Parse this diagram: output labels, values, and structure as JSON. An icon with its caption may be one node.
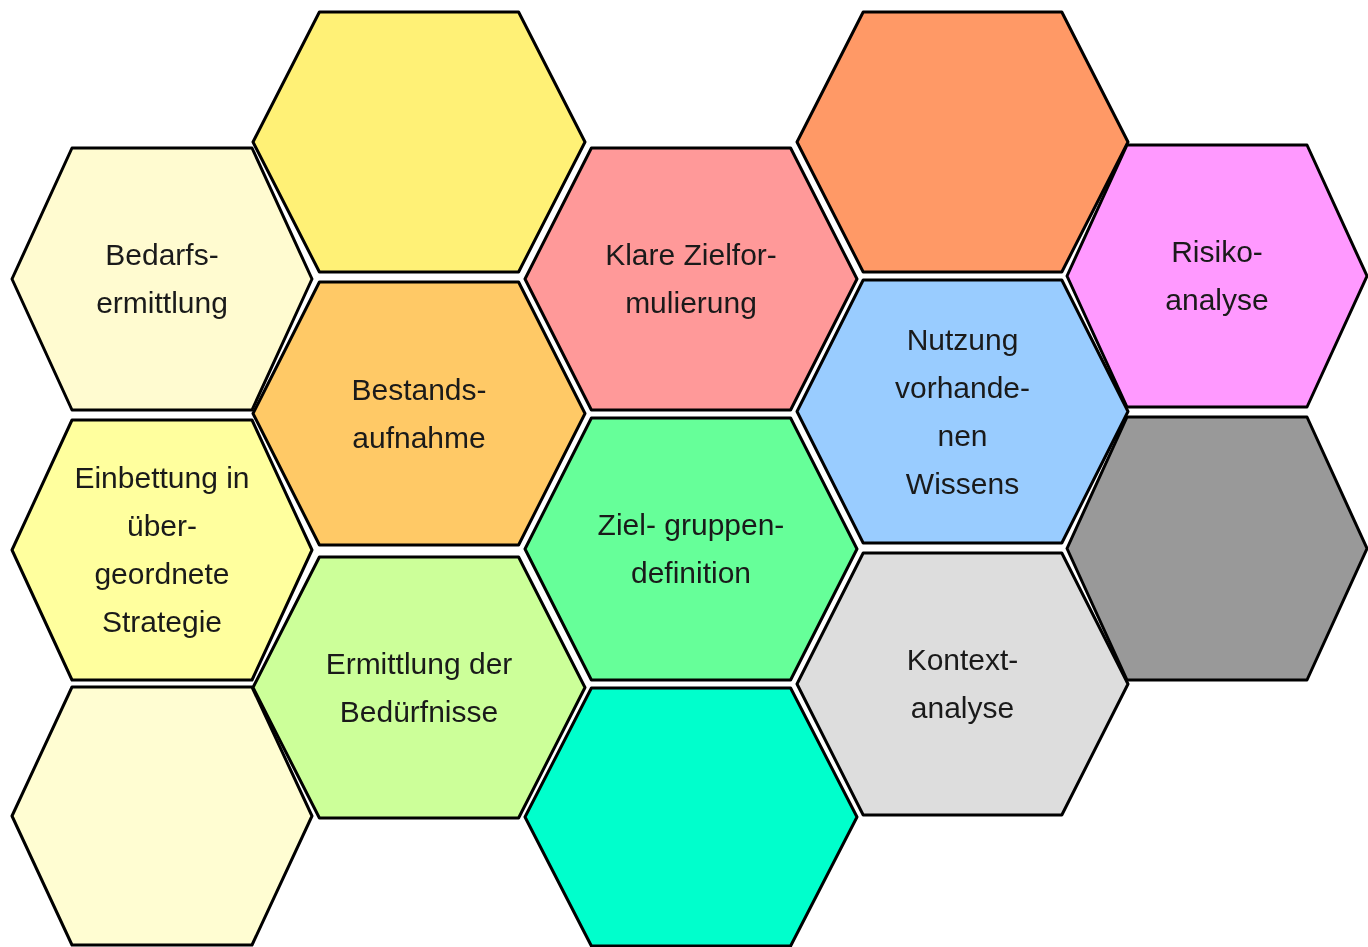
{
  "diagram": {
    "nodes": [
      {
        "text": [
          "Bedarfs- ermittlung"
        ]
      },
      {
        "text": [
          "Einbettung in über- geordnete Strategie"
        ]
      },
      {
        "text": [],
        "shape": "hexagon"
      },
      {
        "text": [],
        "shape": "hexagon"
      },
      {
        "text": [
          "Bestands- aufnahme"
        ]
      },
      {
        "text": [
          "Ermittlung der Bedürfnisse"
        ]
      },
      {
        "text": [
          "Klare Zielfor- mulierung"
        ]
      },
      {
        "text": [
          "Ziel- gruppen- definition"
        ]
      },
      {
        "text": [],
        "shape": "hexagon"
      },
      {
        "text": [],
        "shape": "hexagon"
      },
      {
        "text": [
          "Nutzung vorhande- nen Wissens"
        ]
      },
      {
        "text": [
          "Kontext- analyse"
        ]
      },
      {
        "text": [
          "Risiko- analyse"
        ]
      },
      {
        "text": [],
        "shape": "hexagon"
      }
    ]
  }
}
